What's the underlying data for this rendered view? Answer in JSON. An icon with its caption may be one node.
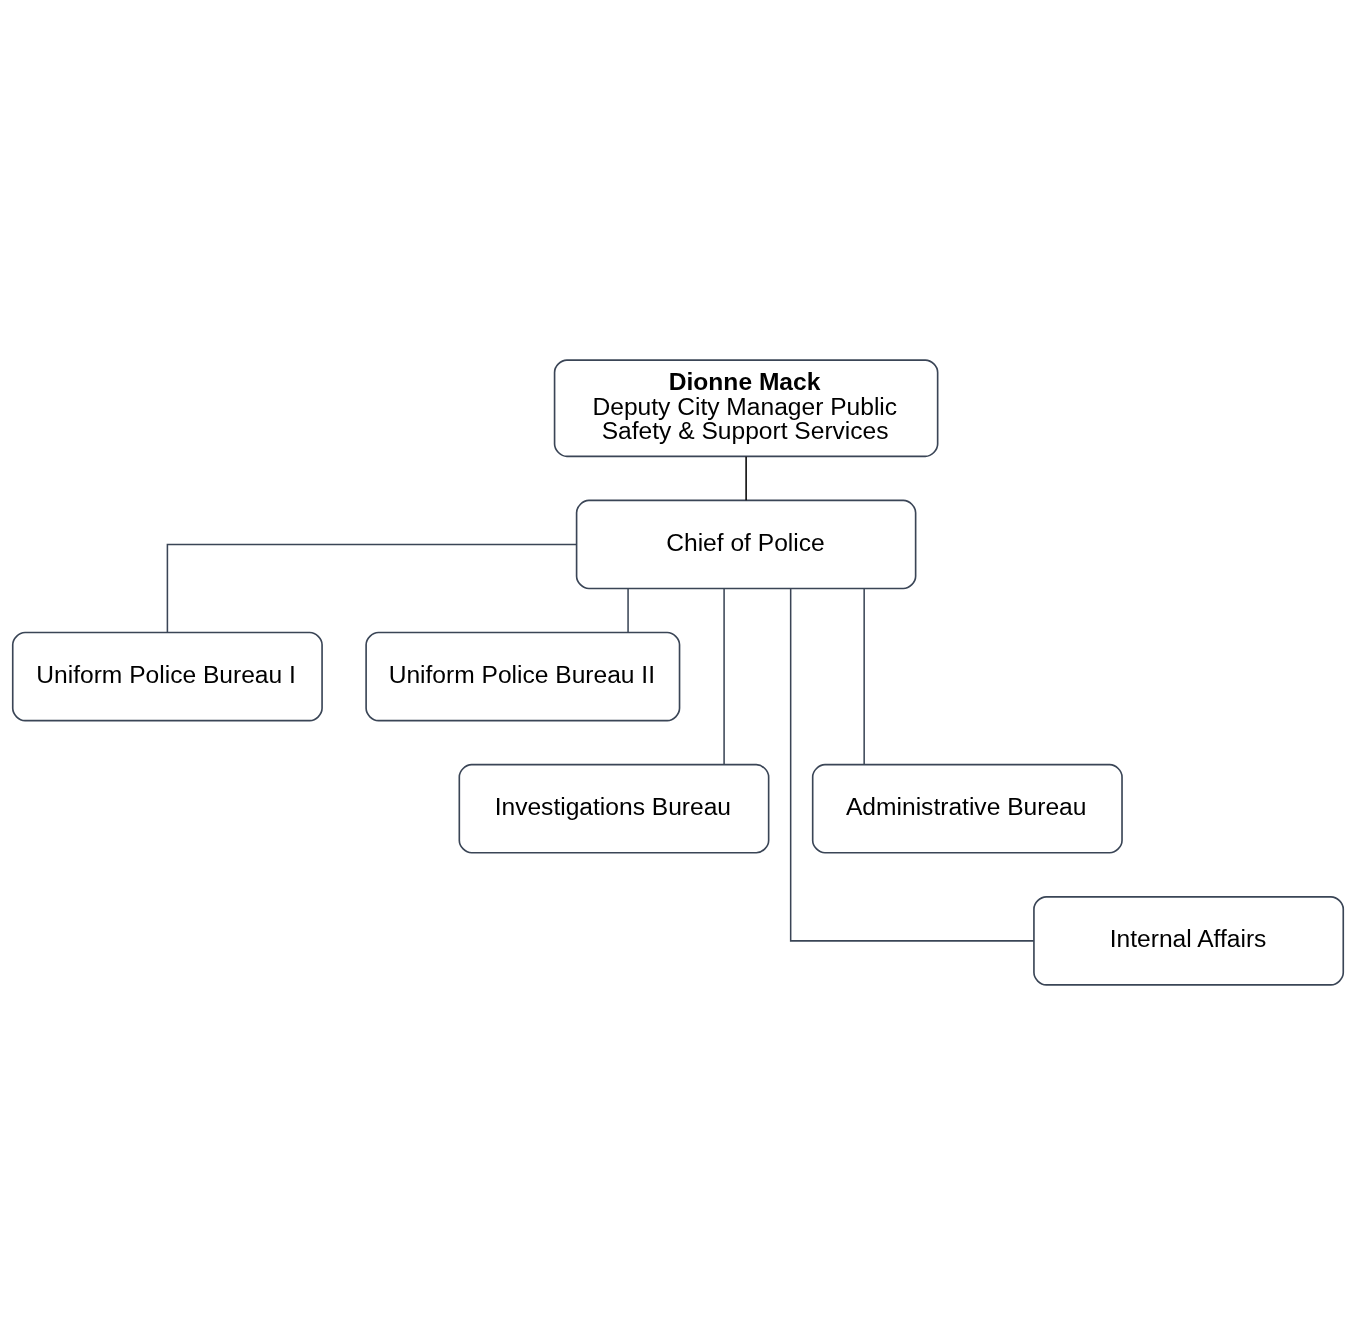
{
  "diagram": {
    "nodes": [
      {
        "text": [
          "Dionne Mack",
          "Deputy City Manager Public Safety & Support Services"
        ]
      },
      {
        "text": [
          "Chief of Police"
        ]
      },
      {
        "text": [
          "Uniform Police Bureau I"
        ]
      },
      {
        "text": [
          "Uniform Police Bureau II"
        ]
      },
      {
        "text": [
          "Investigations Bureau"
        ]
      },
      {
        "text": [
          "Administrative Bureau"
        ]
      },
      {
        "text": [
          "Internal Affairs"
        ]
      }
    ],
    "edges": [
      {
        "from": 0,
        "to": 1,
        "arrow": "none",
        "color": "#000000"
      },
      {
        "from": 1,
        "to": 2,
        "arrow": "none"
      },
      {
        "from": 1,
        "to": 3,
        "arrow": "none"
      },
      {
        "from": 1,
        "to": 4,
        "arrow": "none"
      },
      {
        "from": 1,
        "to": 5,
        "arrow": "none"
      },
      {
        "from": 1,
        "to": 6,
        "arrow": "none"
      }
    ]
  }
}
